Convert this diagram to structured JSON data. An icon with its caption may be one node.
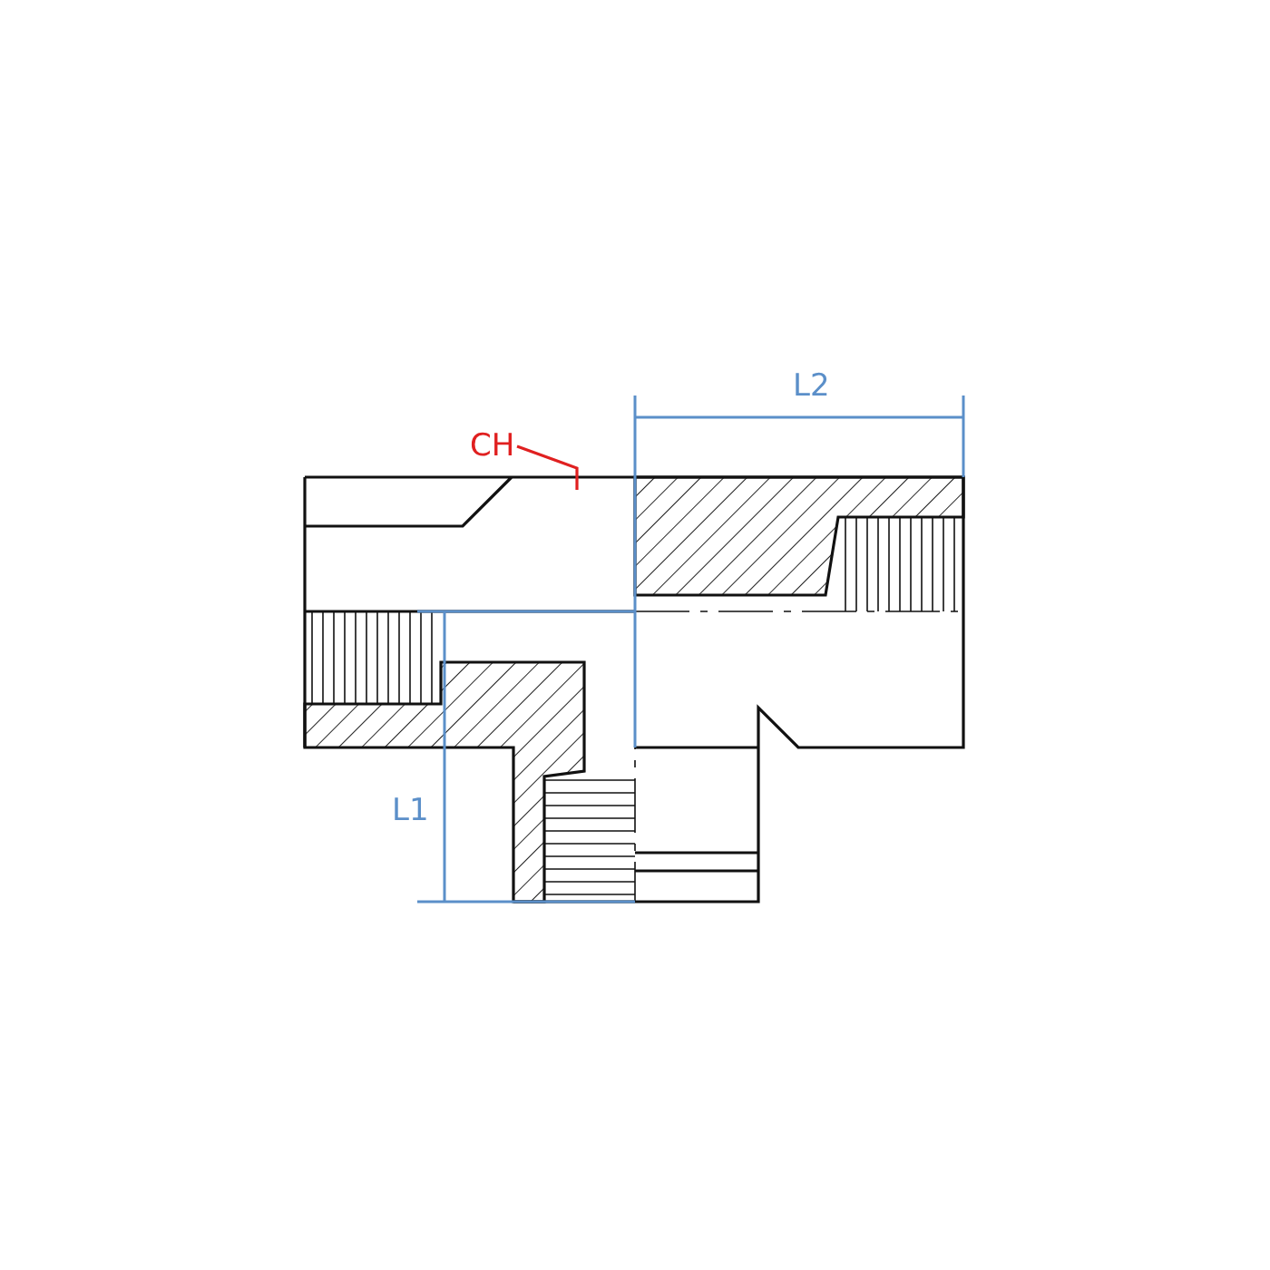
{
  "diagram": {
    "nodes": [
      {
        "text": [
          "CH"
        ]
      },
      {
        "text": [],
        "shape": "picture"
      }
    ],
    "edges": [
      {
        "from": 0,
        "to": 1,
        "arrow": "none"
      }
    ],
    "labels": [
      "L2",
      "L1"
    ]
  }
}
